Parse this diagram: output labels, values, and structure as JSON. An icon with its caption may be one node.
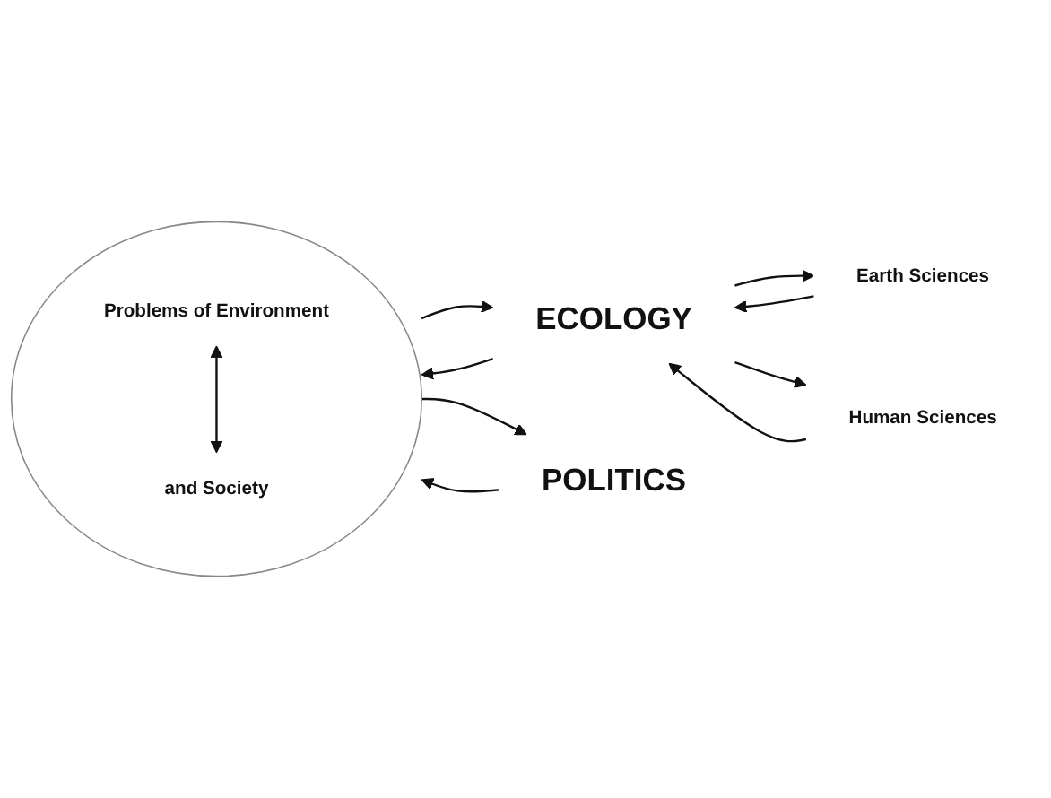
{
  "diagram": {
    "nodes": [
      {
        "text": [
          "Earth Sciences"
        ]
      },
      {
        "text": [
          "ECOLOGY"
        ]
      },
      {
        "text": [
          "Human Sciences"
        ]
      },
      {
        "text": [],
        "shape": "circle"
      },
      {
        "text": [
          "Problems of Environment"
        ],
        "in": 3
      },
      {
        "text": [
          "and Society"
        ],
        "in": 3
      },
      {
        "text": [
          "POLITICS"
        ]
      }
    ],
    "edges": [
      {
        "from": 1,
        "to": 0,
        "arrow": "to"
      },
      {
        "from": 0,
        "to": 1,
        "arrow": "to"
      },
      {
        "from": 1,
        "to": 3,
        "arrow": "to"
      },
      {
        "from": 3,
        "to": 1,
        "arrow": "to"
      },
      {
        "from": 2,
        "to": 1,
        "arrow": "to"
      },
      {
        "from": 1,
        "to": 2,
        "arrow": "to"
      },
      {
        "from": 4,
        "to": 5,
        "arrow": "both"
      },
      {
        "from": 6,
        "to": 3,
        "arrow": "to"
      },
      {
        "from": 3,
        "to": 6,
        "arrow": "to"
      }
    ]
  }
}
